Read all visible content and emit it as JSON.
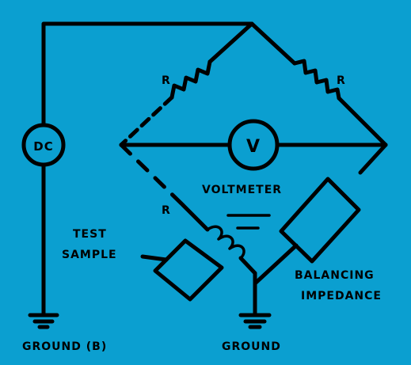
{
  "source": {
    "label": "DC"
  },
  "meter": {
    "symbol": "V",
    "label": "VOLTMETER"
  },
  "resistors": {
    "left_upper": "R",
    "right_upper": "R",
    "left_lower": "R"
  },
  "test_sample": {
    "line1": "TEST",
    "line2": "SAMPLE"
  },
  "balancing": {
    "line1": "BALANCING",
    "line2": "IMPEDANCE"
  },
  "grounds": {
    "left": "GROUND (B)",
    "right": "GROUND"
  },
  "colors": {
    "background": "#0b9fd0",
    "ink": "#000000"
  }
}
